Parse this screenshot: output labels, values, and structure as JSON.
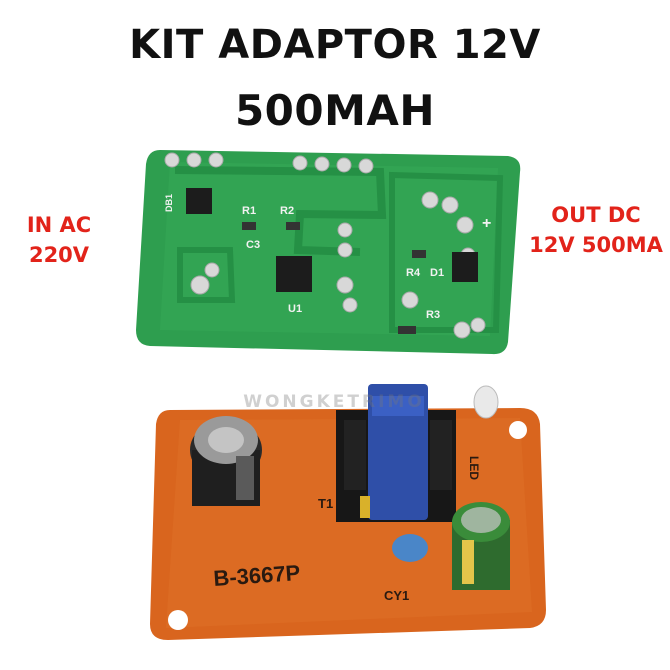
{
  "title_line1": "KIT ADAPTOR 12V",
  "title_line2": "500MAH",
  "input_label_line1": "IN AC",
  "input_label_line2": "220V",
  "output_label_line1": "OUT DC",
  "output_label_line2": "12V 500MA",
  "watermark": "WONGKETRIMO",
  "green_board_marks": [
    "R1",
    "R2",
    "C3",
    "U1",
    "R4",
    "D1",
    "R3",
    "DB1"
  ],
  "orange_board_marks": [
    "B-3667P",
    "T1",
    "CY1",
    "LED"
  ],
  "colors": {
    "accent_red": "#e2231a",
    "green_pcb": "#2e9e4f",
    "orange_pcb": "#d9651e"
  }
}
